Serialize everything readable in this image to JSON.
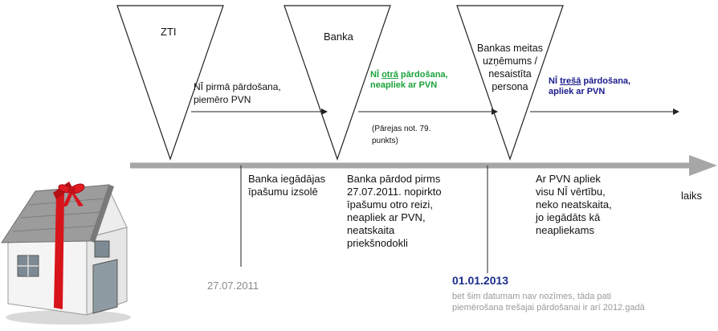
{
  "entities": {
    "zti": "ZTI",
    "banka": "Banka",
    "subsidiary": "Bankas meitas\nuzņēmums /\nnesaistīta\npersona"
  },
  "sales": {
    "first": "NĪ pirmā pārdošana,\npiemēro PVN",
    "second_pre": "NĪ ",
    "second_word": "otrā",
    "second_post": " pārdošana,\nneapliek ar PVN",
    "second_note": "(Pārejas not. 79.\npunkts)",
    "third_pre": "NĪ ",
    "third_word": "trešā",
    "third_post": " pārdošana,\napliek ar PVN"
  },
  "timeline": {
    "axis_label": "laiks",
    "event1": "Banka iegādājas\nīpašumu izsolē",
    "event2": "Banka pārdod pirms\n27.07.2011. nopirkto\nīpašumu otro reizi,\nneapliek ar PVN,\nneatskaita\npriekšnodokli",
    "event3": "Ar PVN apliek\nvisu NĪ vērtību,\nneko neatskaita,\njo iegādāts kā\nneapliekams",
    "date1": "27.07.2011",
    "date2": "01.01.2013",
    "date2_note": "bet šim datumam nav nozīmes, tāda pati piemērošana trešajai pārdošanai ir arī 2012.gadā"
  },
  "colors": {
    "green": "#1aa23a",
    "blue": "#1a1a8c",
    "axis": "#a6a6a6",
    "ribbon": "#d8141b"
  },
  "icons": {
    "house": "house-gift-icon"
  }
}
